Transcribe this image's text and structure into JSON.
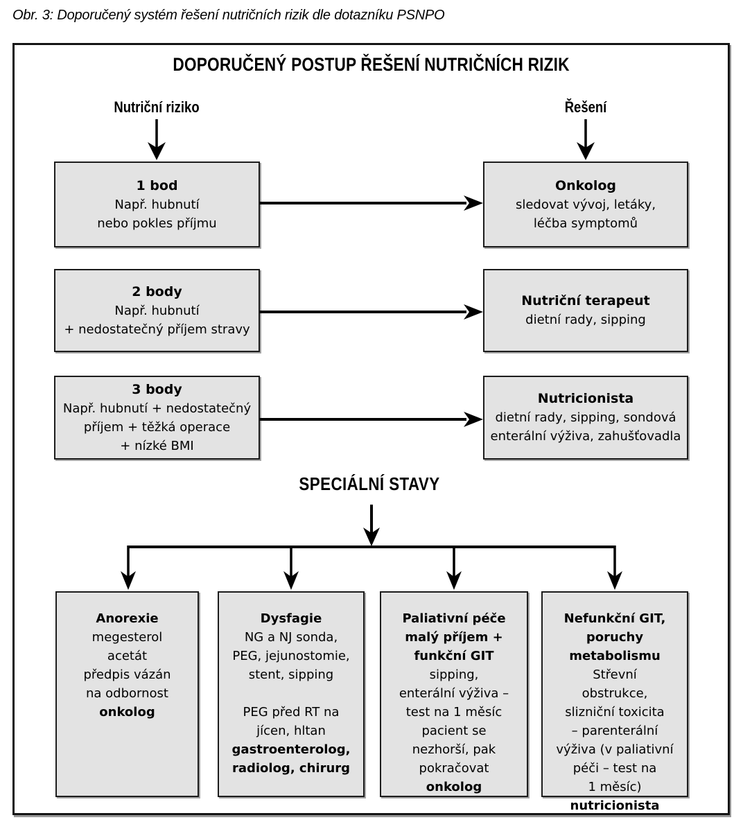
{
  "caption": "Obr. 3: Doporučený systém řešení nutričních rizik dle dotazníku PSNPO",
  "diagram": {
    "title": "DOPORUČENÝ POSTUP ŘEŠENÍ NUTRIČNÍCH RIZIK",
    "left_header": "Nutriční riziko",
    "right_header": "Řešení",
    "rows": [
      {
        "risk": {
          "title": "1 bod",
          "lines": [
            "Např. hubnutí",
            "nebo pokles příjmu"
          ]
        },
        "solution": {
          "title": "Onkolog",
          "lines": [
            "sledovat vývoj, letáky,",
            "léčba symptomů"
          ]
        }
      },
      {
        "risk": {
          "title": "2 body",
          "lines": [
            "Např. hubnutí",
            "+ nedostatečný příjem stravy"
          ]
        },
        "solution": {
          "title": "Nutriční terapeut",
          "lines": [
            "dietní rady, sipping"
          ]
        }
      },
      {
        "risk": {
          "title": "3 body",
          "lines": [
            "Např. hubnutí + nedostatečný",
            "příjem + těžká operace",
            "+ nízké BMI"
          ]
        },
        "solution": {
          "title": "Nutricionista",
          "lines": [
            "dietní rady, sipping, sondová",
            "enterální výživa, zahušťovadla"
          ]
        }
      }
    ],
    "special": {
      "header": "SPECIÁLNÍ STAVY",
      "boxes": [
        {
          "name": "Anorexie",
          "lines": [
            {
              "t": "Anorexie",
              "b": true
            },
            {
              "t": "megesterol",
              "b": false
            },
            {
              "t": "acetát",
              "b": false
            },
            {
              "t": "předpis vázán",
              "b": false
            },
            {
              "t": "na odbornost",
              "b": false
            },
            {
              "t": "onkolog",
              "b": true
            }
          ]
        },
        {
          "name": "Dysfagie",
          "lines": [
            {
              "t": "Dysfagie",
              "b": true
            },
            {
              "t": "NG a NJ sonda,",
              "b": false
            },
            {
              "t": "PEG, jejunostomie,",
              "b": false
            },
            {
              "t": "stent, sipping",
              "b": false
            },
            {
              "t": "",
              "b": false
            },
            {
              "t": "PEG před RT na",
              "b": false
            },
            {
              "t": "jícen, hltan",
              "b": false
            },
            {
              "t": "gastroenterolog,",
              "b": true
            },
            {
              "t": "radiolog, chirurg",
              "b": true
            }
          ]
        },
        {
          "name": "Paliativní péče",
          "lines": [
            {
              "t": "Paliativní péče",
              "b": true
            },
            {
              "t": "malý příjem +",
              "b": true
            },
            {
              "t": "funkční GIT",
              "b": true
            },
            {
              "t": "sipping,",
              "b": false
            },
            {
              "t": "enterální výživa –",
              "b": false
            },
            {
              "t": "test na 1 měsíc",
              "b": false
            },
            {
              "t": "pacient se",
              "b": false
            },
            {
              "t": "nezhorší, pak",
              "b": false
            },
            {
              "t": "pokračovat",
              "b": false
            },
            {
              "t": "onkolog",
              "b": true
            }
          ]
        },
        {
          "name": "Nefunkční GIT",
          "lines": [
            {
              "t": "Nefunkční GIT,",
              "b": true
            },
            {
              "t": "poruchy",
              "b": true
            },
            {
              "t": "metabolismu",
              "b": true
            },
            {
              "t": "Střevní",
              "b": false
            },
            {
              "t": "obstrukce,",
              "b": false
            },
            {
              "t": "slizniční toxicita",
              "b": false
            },
            {
              "t": "– parenterální",
              "b": false
            },
            {
              "t": "výživa (v paliativní",
              "b": false
            },
            {
              "t": "péči – test na",
              "b": false
            },
            {
              "t": "1 měsíc)",
              "b": false
            },
            {
              "t": "nutricionista",
              "b": true
            }
          ]
        }
      ]
    }
  },
  "colors": {
    "background": "#ffffff",
    "box_fill": "#e3e3e3",
    "box_border": "#1c1c1c",
    "frame_border": "#141414",
    "arrow": "#000000",
    "text": "#000000"
  }
}
